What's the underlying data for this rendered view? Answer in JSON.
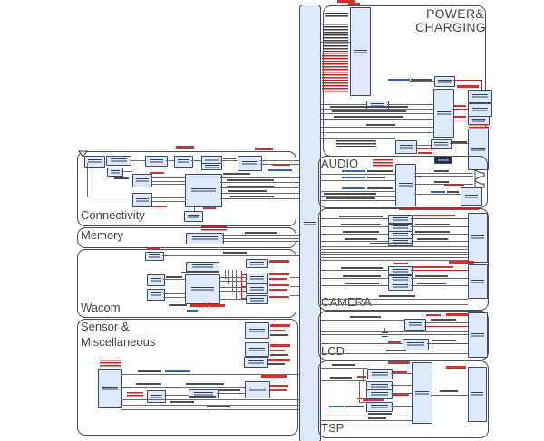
{
  "diagram": {
    "type": "hardware-schematic-block-diagram",
    "sections": {
      "power_charging": {
        "label_line1": "POWER&",
        "label_line2": "CHARGING"
      },
      "audio": {
        "label": "AUDIO"
      },
      "camera": {
        "label": "CAMERA"
      },
      "lcd": {
        "label": "LCD"
      },
      "tsp": {
        "label": "TSP"
      },
      "connectivity": {
        "label": "Connectivity"
      },
      "memory": {
        "label": "Memory"
      },
      "wacom": {
        "label": "Wacom"
      },
      "sensor_misc": {
        "label_line1": "Sensor &",
        "label_line2": "Miscellaneous"
      }
    },
    "colors": {
      "background": "#ffffff",
      "block_fill": "#dde9f8",
      "block_border": "#3a4a68",
      "section_border": "#4f4f4f",
      "line": "#6a6a6a",
      "red": "#cc2020",
      "blue": "#1a55c2",
      "label": "#454545"
    }
  }
}
